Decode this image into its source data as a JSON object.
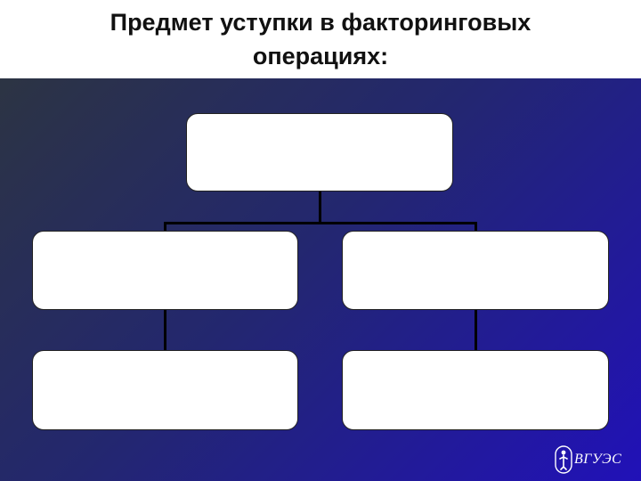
{
  "slide": {
    "title_line_1": "Предмет уступки в факторинговых",
    "title_line_2": "операциях:"
  },
  "diagram": {
    "top_box": "",
    "left_middle_box": "",
    "right_middle_box": "",
    "left_bottom_box": "",
    "right_bottom_box": ""
  },
  "logo": {
    "text": "ВГУЭС"
  },
  "colors": {
    "title_text": "#111111",
    "background_gradient_start": "#2c3443",
    "background_gradient_end": "#2111b8",
    "box_fill": "#ffffff",
    "connector": "#000000"
  }
}
